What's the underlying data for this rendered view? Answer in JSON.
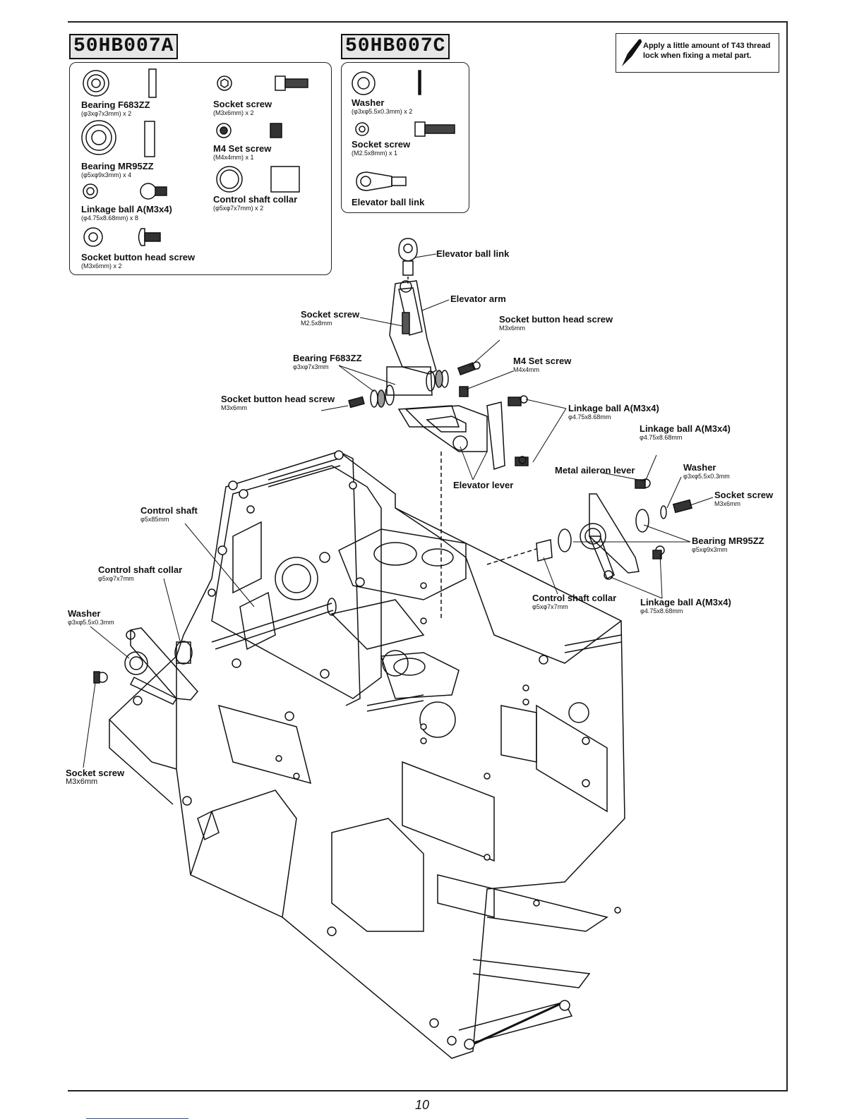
{
  "kits": [
    {
      "code": "50HB007A"
    },
    {
      "code": "50HB007C"
    }
  ],
  "kit_a_parts": [
    {
      "name": "Bearing F683ZZ",
      "spec": "(φ3xφ7x3mm) x 2"
    },
    {
      "name": "Bearing MR95ZZ",
      "spec": "(φ5xφ9x3mm) x 4"
    },
    {
      "name": "Linkage ball A(M3x4)",
      "spec": "(φ4.75x8.68mm) x 8"
    },
    {
      "name": "Socket button head screw",
      "spec": "(M3x6mm) x 2"
    },
    {
      "name": "Socket screw",
      "spec": "(M3x6mm) x 2"
    },
    {
      "name": "M4 Set screw",
      "spec": "(M4x4mm) x 1"
    },
    {
      "name": "Control shaft collar",
      "spec": "(φ5xφ7x7mm) x 2"
    }
  ],
  "kit_c_parts": [
    {
      "name": "Washer",
      "spec": "(φ3xφ5.5x0.3mm) x 2"
    },
    {
      "name": "Socket screw",
      "spec": "(M2.5x8mm) x 1"
    },
    {
      "name": "Elevator ball link",
      "spec": ""
    }
  ],
  "note": "Apply a little amount of T43 thread lock when fixing a metal part.",
  "callouts": [
    {
      "name": "Elevator ball link",
      "spec": ""
    },
    {
      "name": "Elevator arm",
      "spec": ""
    },
    {
      "name": "Socket screw",
      "spec": "M2.5x8mm"
    },
    {
      "name": "Socket button head screw",
      "spec": "M3x6mm"
    },
    {
      "name": "Bearing F683ZZ",
      "spec": "φ3xφ7x3mm"
    },
    {
      "name": "M4 Set screw",
      "spec": "M4x4mm"
    },
    {
      "name": "Socket button head screw",
      "spec": "M3x6mm"
    },
    {
      "name": "Linkage ball A(M3x4)",
      "spec": "φ4.75x8.68mm"
    },
    {
      "name": "Linkage ball A(M3x4)",
      "spec": "φ4.75x8.68mm"
    },
    {
      "name": "Elevator lever",
      "spec": ""
    },
    {
      "name": "Metal aileron lever",
      "spec": ""
    },
    {
      "name": "Washer",
      "spec": "φ3xφ5.5x0.3mm"
    },
    {
      "name": "Socket screw",
      "spec": "M3x6mm"
    },
    {
      "name": "Bearing MR95ZZ",
      "spec": "φ5xφ9x3mm"
    },
    {
      "name": "Control shaft collar",
      "spec": "φ5xφ7x7mm"
    },
    {
      "name": "Linkage ball A(M3x4)",
      "spec": "φ4.75x8.68mm"
    },
    {
      "name": "Control shaft",
      "spec": "φ5x85mm"
    },
    {
      "name": "Control shaft collar",
      "spec": "φ5xφ7x7mm"
    },
    {
      "name": "Washer",
      "spec": "φ3xφ5.5x0.3mm"
    },
    {
      "name": "Socket screw",
      "spec": "M3x6mm"
    }
  ],
  "page_number": "10"
}
